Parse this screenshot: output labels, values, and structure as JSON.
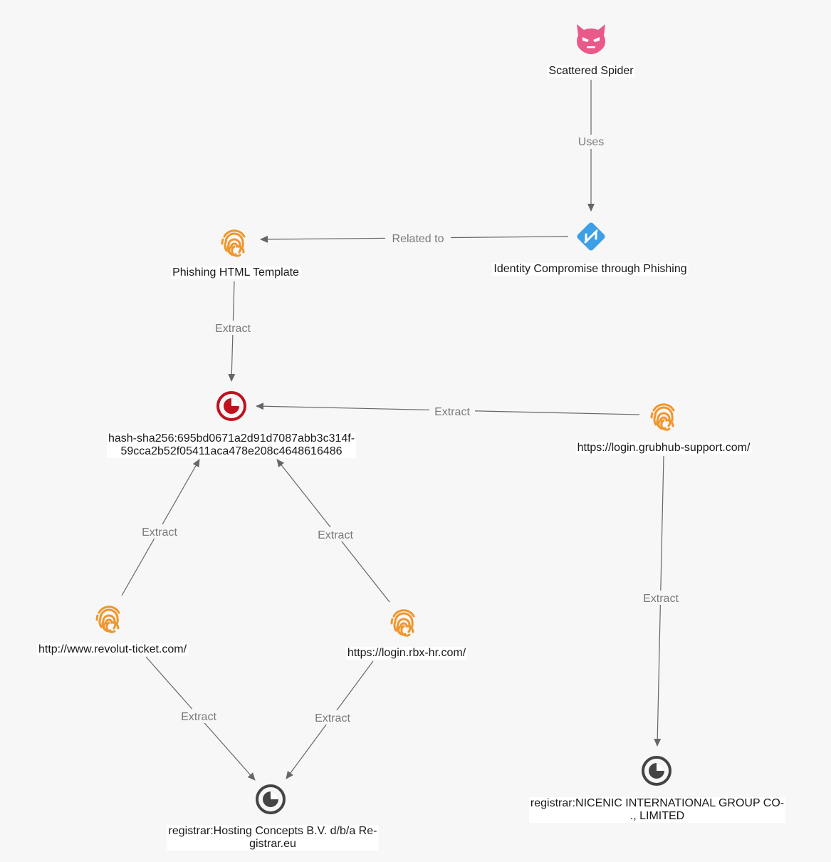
{
  "nodes": {
    "spider": {
      "label": "Scattered Spider",
      "icon": "threat-actor-devil-icon",
      "color": "#e9598a"
    },
    "attack": {
      "label": "Identity Compromise through Phishing",
      "icon": "attack-pattern-icon",
      "color": "#3d9fe6"
    },
    "template": {
      "label": "Phishing HTML Template",
      "icon": "fingerprint-icon",
      "color": "#f0962c"
    },
    "hash": {
      "label_line1": "hash-sha256:695bd0671a2d91d7087abb3c314f-",
      "label_line2": "59cca2b52f05411aca478e208c4648616486",
      "icon": "observable-icon",
      "color": "#c0121f"
    },
    "grubhub": {
      "label": "https://login.grubhub-support.com/",
      "icon": "fingerprint-icon",
      "color": "#f0962c"
    },
    "revolut": {
      "label": "http://www.revolut-ticket.com/",
      "icon": "fingerprint-icon",
      "color": "#f0962c"
    },
    "rbx": {
      "label": "https://login.rbx-hr.com/",
      "icon": "fingerprint-icon",
      "color": "#f0962c"
    },
    "hosting": {
      "label_line1": "registrar:Hosting Concepts B.V. d/b/a Re-",
      "label_line2": "gistrar.eu",
      "icon": "observable-icon",
      "color": "#444444"
    },
    "nicenic": {
      "label_line1": "registrar:NICENIC INTERNATIONAL GROUP CO-",
      "label_line2": "., LIMITED",
      "icon": "observable-icon",
      "color": "#444444"
    }
  },
  "edges": {
    "uses": "Uses",
    "related": "Related to",
    "extract_template": "Extract",
    "extract_grubhub_hash": "Extract",
    "extract_revolut_hash": "Extract",
    "extract_rbx_hash": "Extract",
    "extract_revolut_registrar": "Extract",
    "extract_rbx_registrar": "Extract",
    "extract_grubhub_registrar": "Extract"
  }
}
